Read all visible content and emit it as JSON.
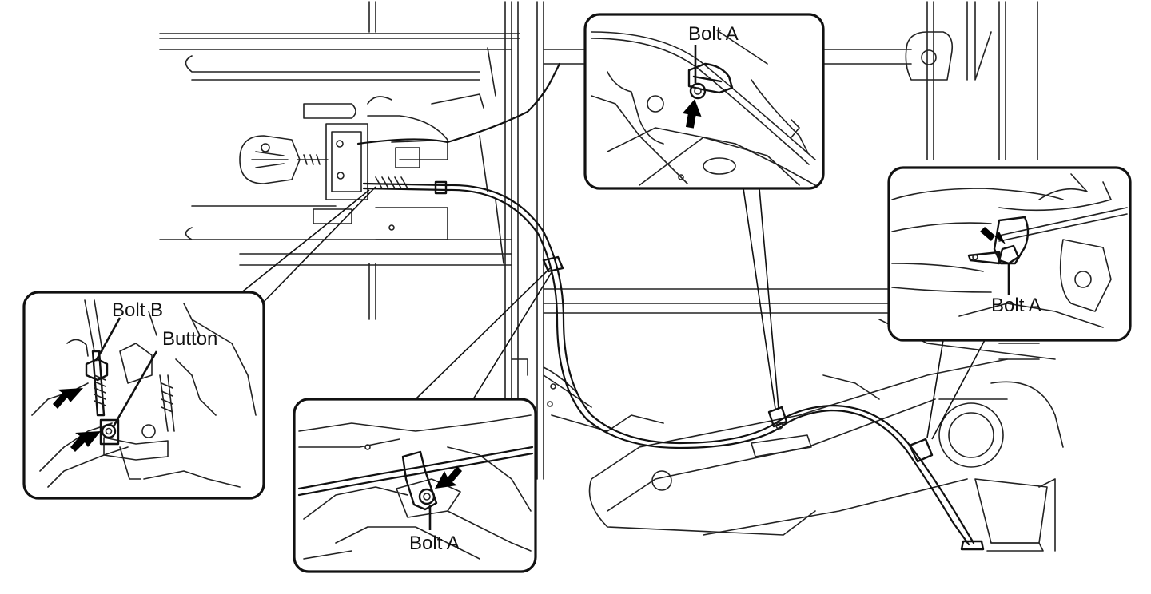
{
  "labels": {
    "top_callout_bolt": "Bolt A",
    "left_callout_bolt": "Bolt B",
    "left_callout_button": "Button",
    "right_callout_bolt": "Bolt A",
    "bottom_callout_bolt": "Bolt A"
  }
}
